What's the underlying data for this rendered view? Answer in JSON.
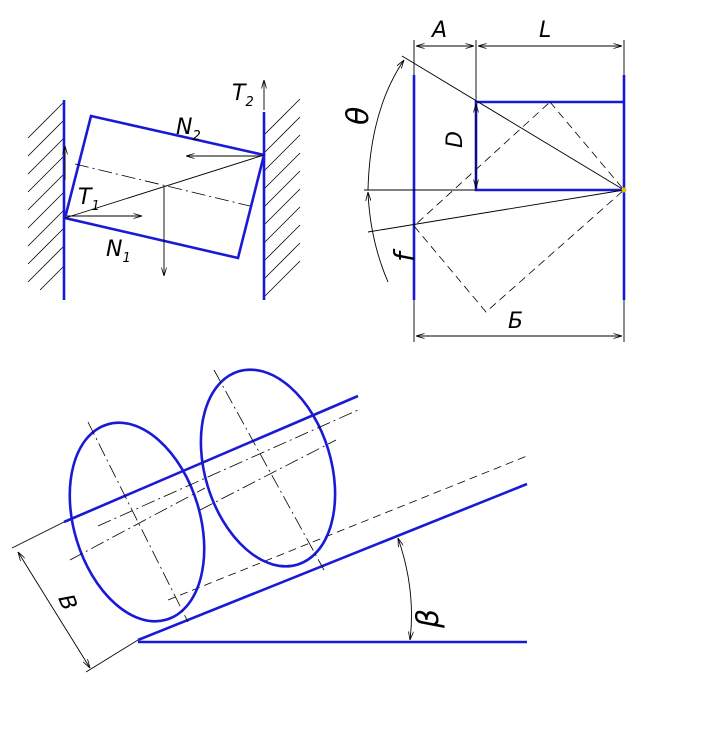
{
  "figure1": {
    "labels": {
      "T1": "T",
      "T1_sub": "1",
      "T2": "T",
      "T2_sub": "2",
      "N1": "N",
      "N1_sub": "1",
      "N2": "N",
      "N2_sub": "2"
    }
  },
  "figure2": {
    "labels": {
      "A": "A",
      "L": "L",
      "D": "D",
      "B_cyr": "Б",
      "theta": "θ",
      "f": "f"
    }
  },
  "figure3": {
    "labels": {
      "B": "B",
      "beta": "β"
    }
  },
  "colors": {
    "outline": "#1a1ad6",
    "construction": "#000000"
  }
}
